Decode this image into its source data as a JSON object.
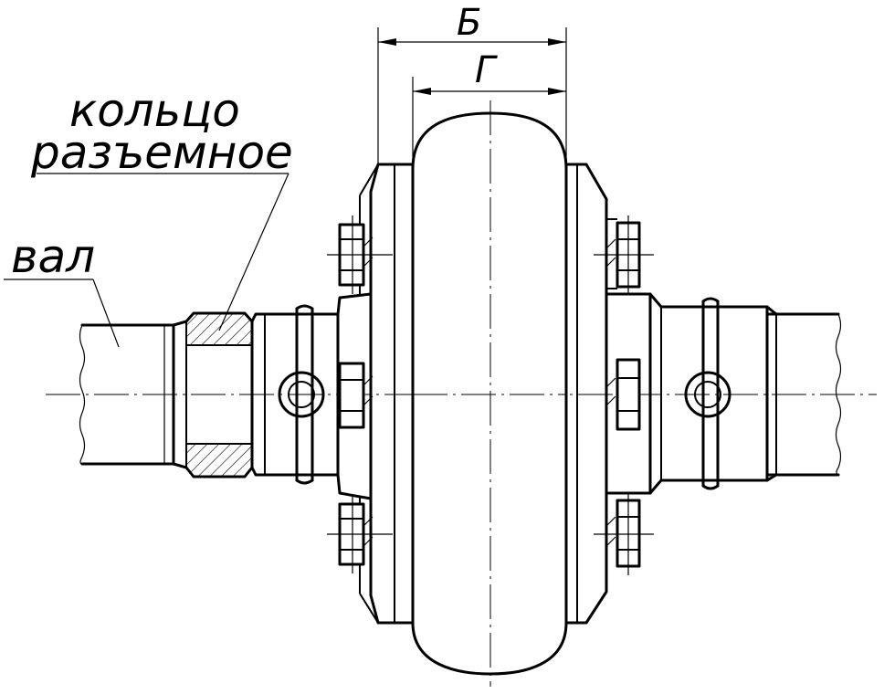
{
  "labels": {
    "ring_line1": "кольцо",
    "ring_line2": "разъемное",
    "shaft": "вал"
  },
  "dimensions": {
    "outer": "Б",
    "inner": "Г"
  },
  "colors": {
    "ink": "#000000",
    "background": "#ffffff"
  }
}
